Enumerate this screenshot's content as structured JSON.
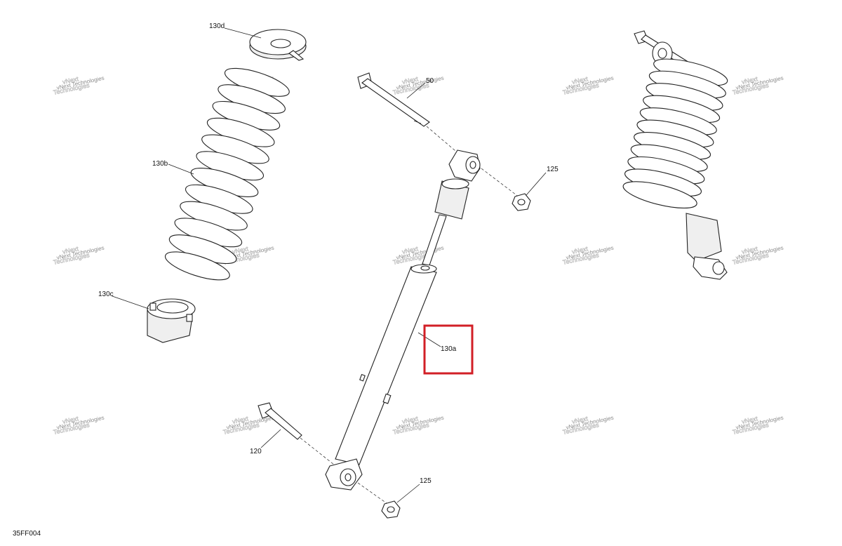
{
  "diagram": {
    "code": "35FF004",
    "callouts": {
      "c130d": "130d",
      "c130b": "130b",
      "c130c": "130c",
      "c130a": "130a",
      "c50": "50",
      "c125_top": "125",
      "c125_bottom": "125",
      "c120": "120"
    },
    "watermark": {
      "line1": "vNext",
      "line2": "Technologies",
      "small": "vNext Technologies"
    },
    "highlight_color": "#d21f26"
  }
}
